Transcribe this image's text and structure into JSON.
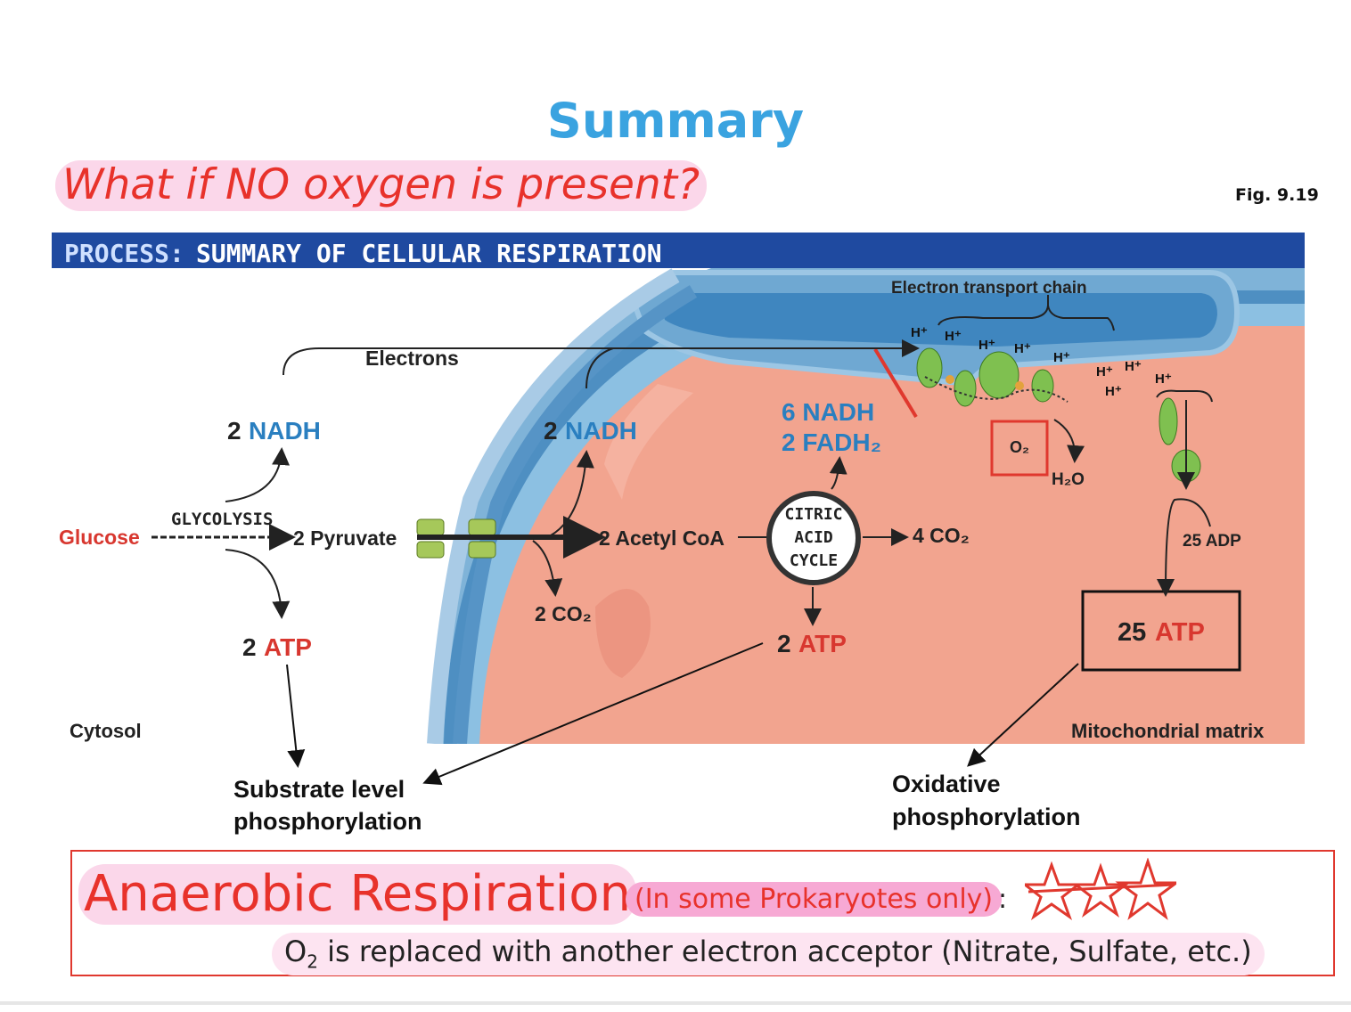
{
  "slide": {
    "title": "Summary",
    "question": "What if NO oxygen is present?",
    "fig_ref": "Fig. 9.19"
  },
  "diagram": {
    "header_prefix": "PROCESS:",
    "header_title": "SUMMARY OF CELLULAR RESPIRATION",
    "labels": {
      "electron_transport_chain": "Electron transport chain",
      "electrons": "Electrons",
      "nadh_glycolysis_num": "2",
      "nadh_glycolysis": "NADH",
      "nadh_pyruvate_num": "2",
      "nadh_pyruvate": "NADH",
      "nadh_cycle": "6 NADH",
      "fadh2_cycle": "2 FADH₂",
      "glycolysis": "GLYCOLYSIS",
      "glucose": "Glucose",
      "pyruvate": "2 Pyruvate",
      "acetyl_coa": "2 Acetyl CoA",
      "citric_cycle_1": "CITRIC",
      "citric_cycle_2": "ACID",
      "citric_cycle_3": "CYCLE",
      "co2_cycle": "4 CO₂",
      "co2_pyruvate": "2 CO₂",
      "atp_glycolysis_num": "2",
      "atp_glycolysis": "ATP",
      "atp_cycle_num": "2",
      "atp_cycle": "ATP",
      "atp_oxidative_num": "25",
      "atp_oxidative": "ATP",
      "adp": "25 ADP",
      "o2": "O₂",
      "h2o": "H₂O",
      "h_plus": "H⁺",
      "cytosol": "Cytosol",
      "matrix": "Mitochondrial matrix"
    }
  },
  "annotations": {
    "substrate_level_1": "Substrate level",
    "substrate_level_2": "phosphorylation",
    "oxidative_1": "Oxidative",
    "oxidative_2": "phosphorylation"
  },
  "anaerobic": {
    "title": "Anaerobic Respiration",
    "note": "(In some Prokaryotes only)",
    "colon": ":",
    "replaced_prefix": "O",
    "replaced_sub": "2",
    "replaced_text": " is replaced with another electron acceptor (Nitrate, Sulfate, etc.)"
  },
  "colors": {
    "title": "#3aa3e0",
    "accent_red": "#e8322b",
    "highlight_pink": "#fbd7ea",
    "nadh_blue": "#2a7fc0",
    "atp_red": "#d8372f",
    "header_blue": "#1f4aa0",
    "matrix_salmon": "#f2a48f"
  }
}
